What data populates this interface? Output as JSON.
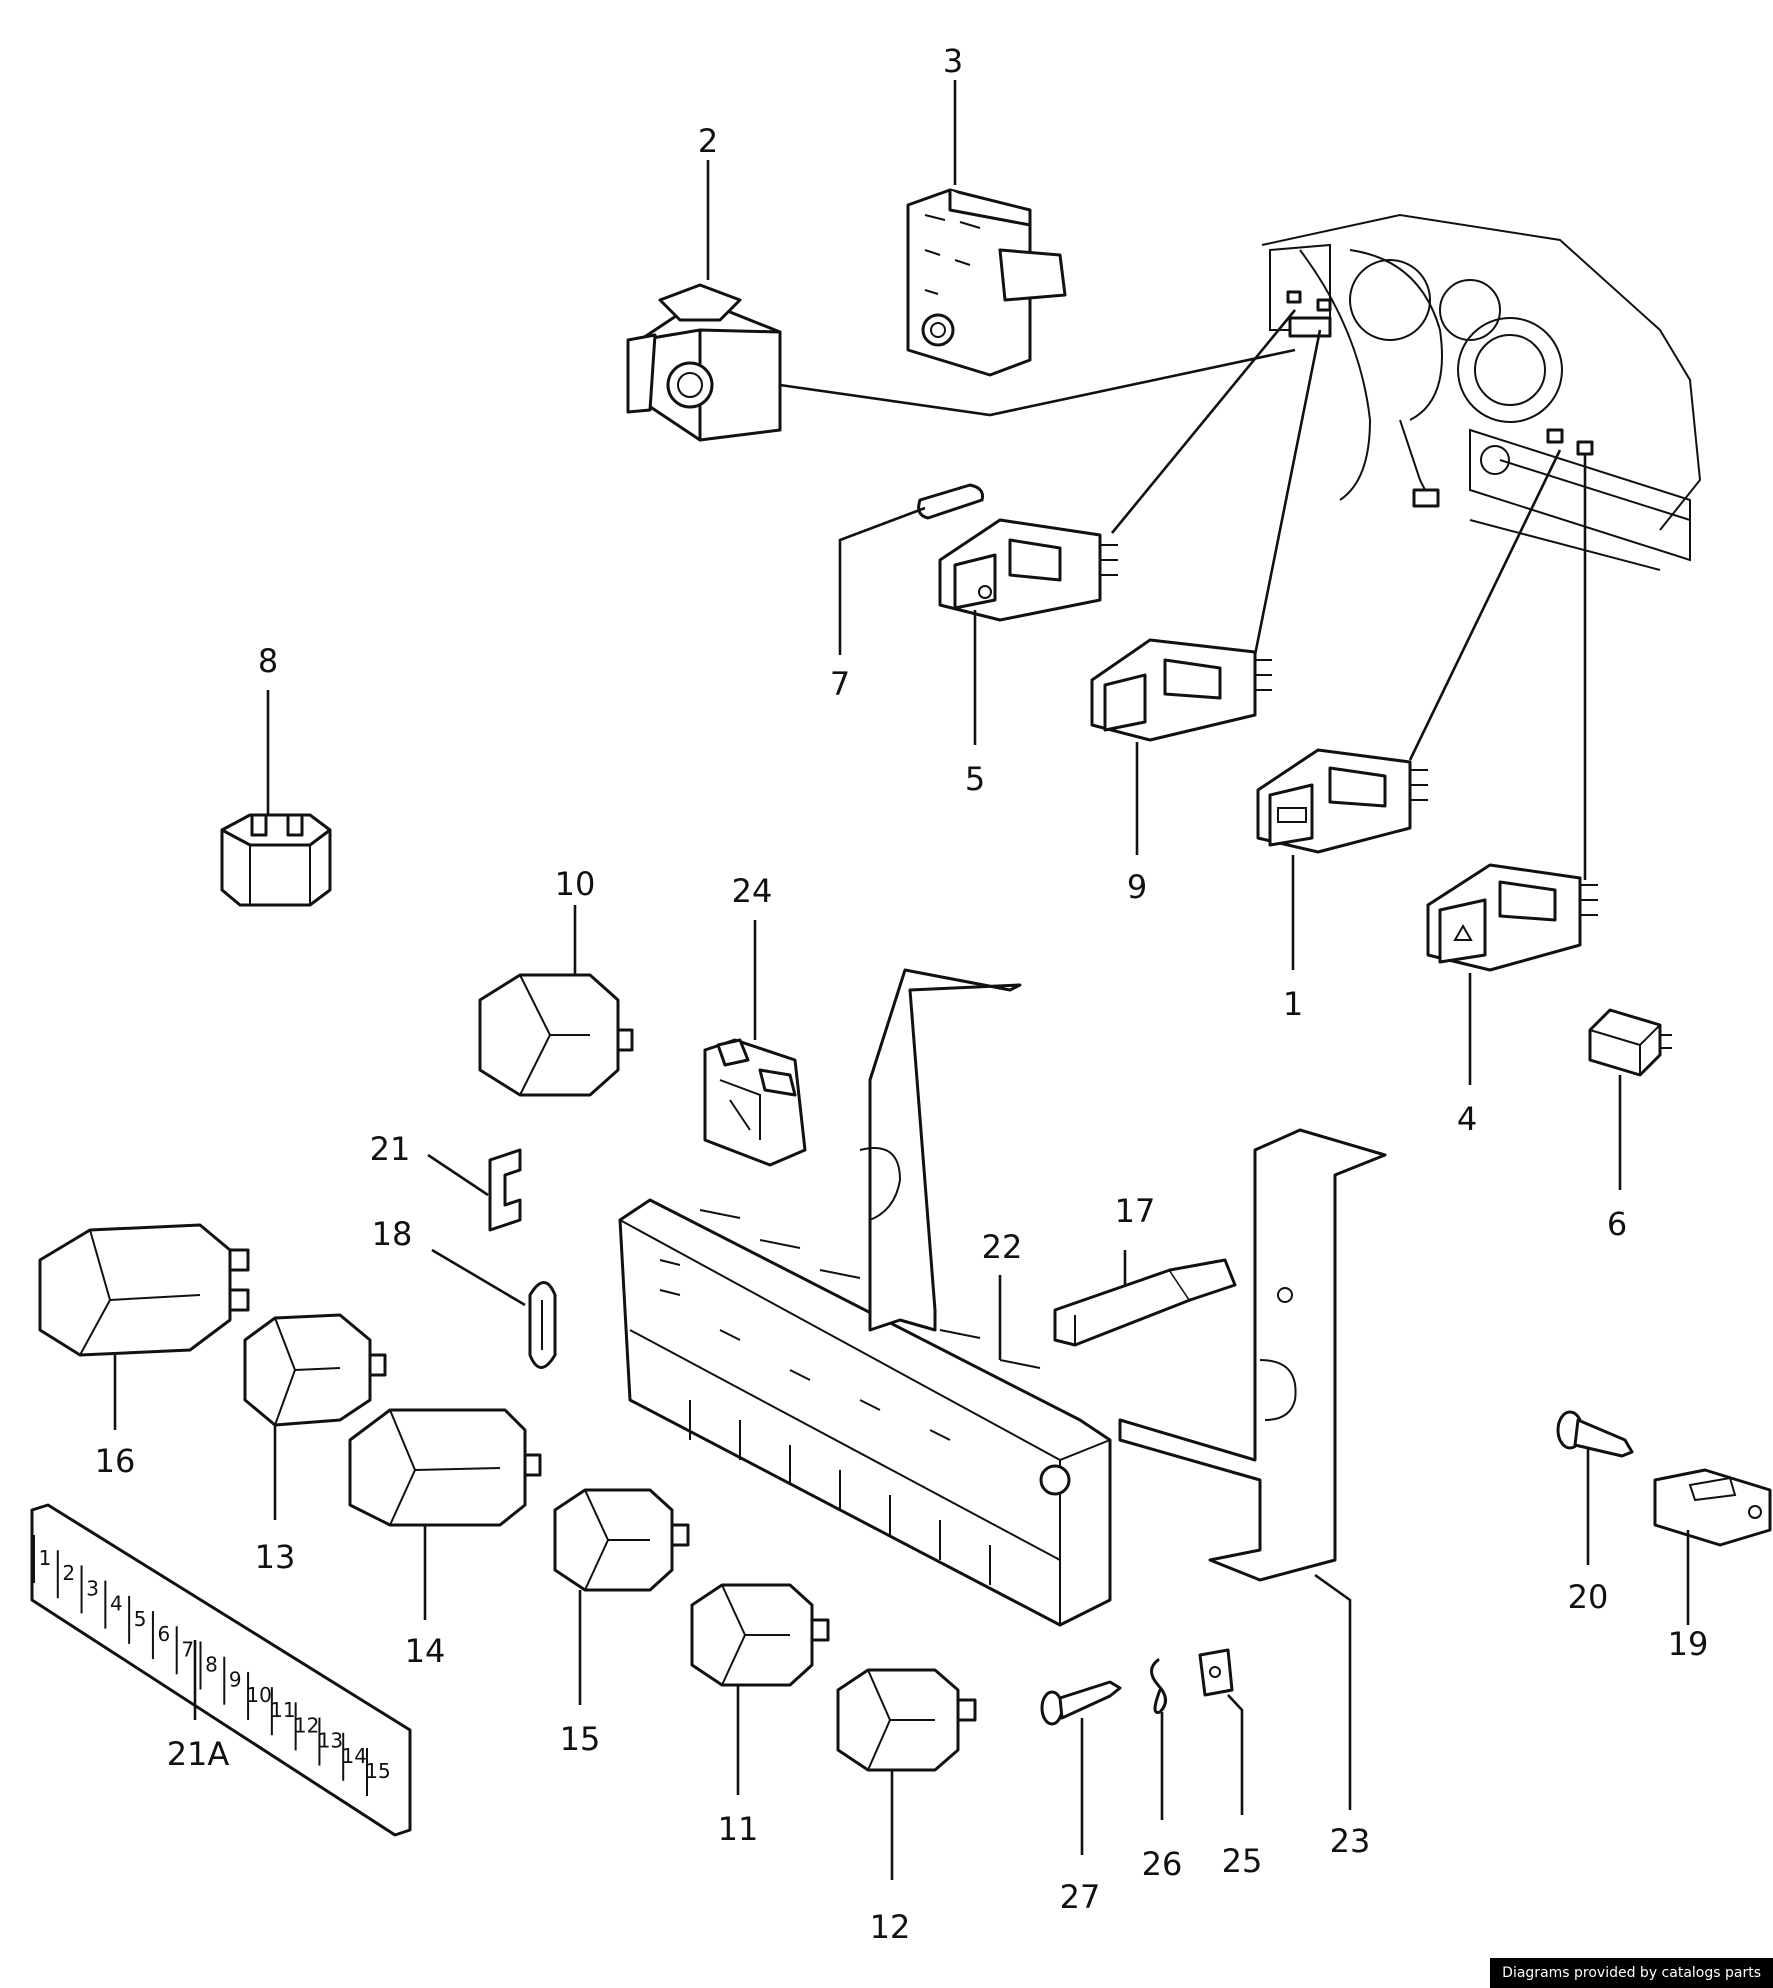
{
  "labels": {
    "p1": "1",
    "p2": "2",
    "p3": "3",
    "p4": "4",
    "p5": "5",
    "p6": "6",
    "p7": "7",
    "p8": "8",
    "p9": "9",
    "p10": "10",
    "p11": "11",
    "p12": "12",
    "p13": "13",
    "p14": "14",
    "p15": "15",
    "p16": "16",
    "p17": "17",
    "p18": "18",
    "p19": "19",
    "p20": "20",
    "p21": "21",
    "p21a": "21A",
    "p22": "22",
    "p23": "23",
    "p24": "24",
    "p25": "25",
    "p26": "26",
    "p27": "27"
  },
  "fuse_strip": [
    "1",
    "2",
    "3",
    "4",
    "5",
    "6",
    "7",
    "8",
    "9",
    "10",
    "11",
    "12",
    "13",
    "14",
    "15"
  ],
  "credit": "Diagrams provided by catalogs parts"
}
